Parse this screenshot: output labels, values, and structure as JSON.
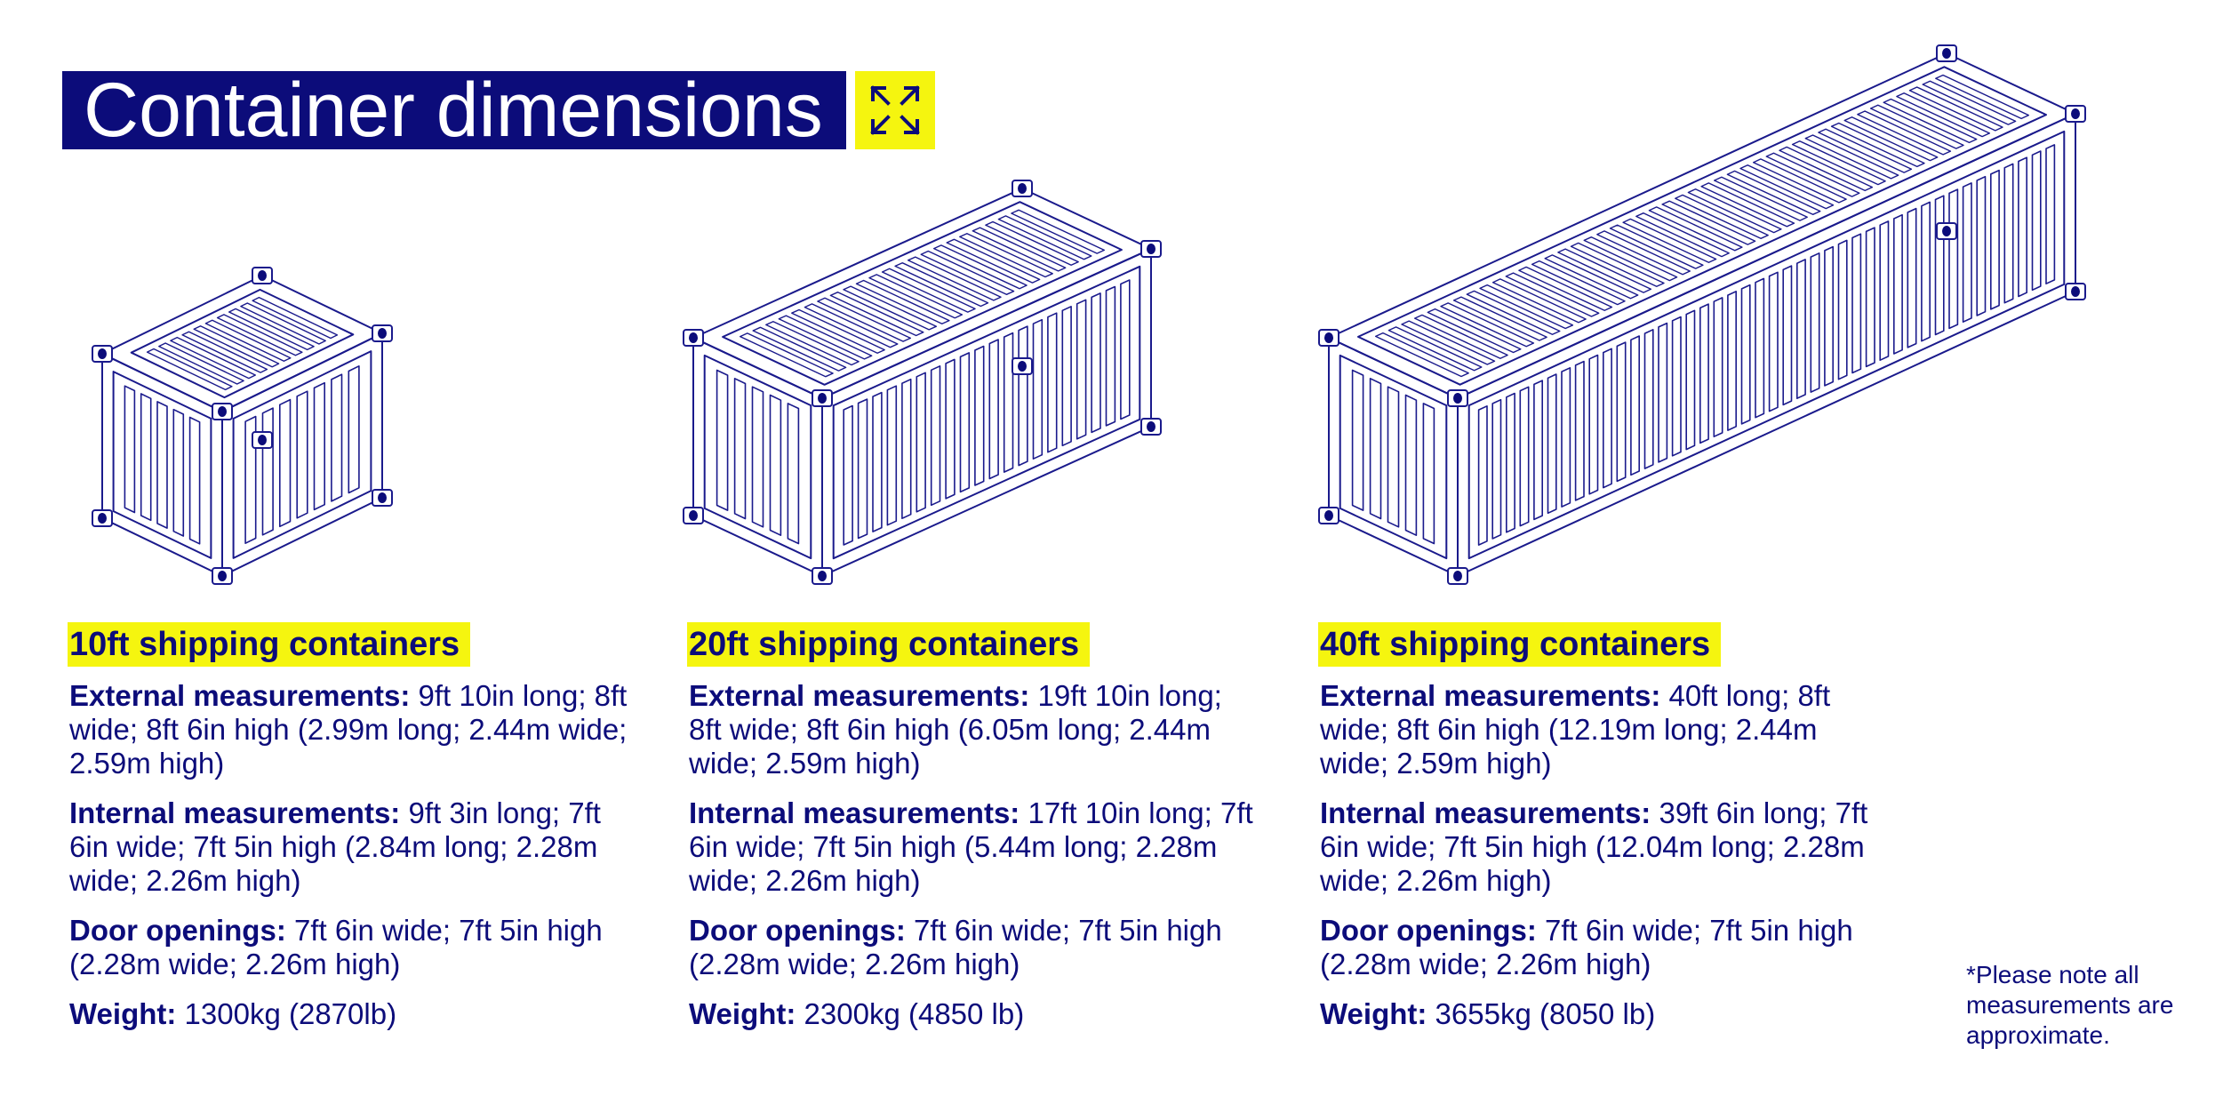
{
  "header": {
    "title": "Container dimensions",
    "expand_icon": "expand-arrows-icon"
  },
  "colors": {
    "navy": "#0c0c7a",
    "highlight": "#f5f50f",
    "line": "#1a1a8c"
  },
  "containers": [
    {
      "heading": "10ft shipping containers",
      "external_label": "External measurements:",
      "external_value": " 9ft 10in long; 8ft wide; 8ft 6in high (2.99m long; 2.44m wide; 2.59m high)",
      "internal_label": "Internal measurements:",
      "internal_value": " 9ft 3in long; 7ft 6in wide; 7ft 5in high (2.84m long; 2.28m wide; 2.26m high)",
      "door_label": "Door openings:",
      "door_value": " 7ft 6in wide; 7ft 5in high (2.28m wide; 2.26m high)",
      "weight_label": "Weight:",
      "weight_value": " 1300kg (2870lb)"
    },
    {
      "heading": "20ft shipping containers",
      "external_label": "External measurements:",
      "external_value": " 19ft 10in long; 8ft wide; 8ft 6in high (6.05m long; 2.44m wide; 2.59m high)",
      "internal_label": "Internal measurements:",
      "internal_value": " 17ft 10in long; 7ft 6in wide; 7ft 5in high (5.44m long; 2.28m wide; 2.26m high)",
      "door_label": "Door openings:",
      "door_value": " 7ft 6in wide; 7ft 5in high (2.28m wide; 2.26m high)",
      "weight_label": "Weight:",
      "weight_value": " 2300kg (4850 lb)"
    },
    {
      "heading": "40ft shipping containers",
      "external_label": "External measurements:",
      "external_value": " 40ft long; 8ft wide; 8ft 6in high (12.19m long; 2.44m wide; 2.59m high)",
      "internal_label": "Internal measurements:",
      "internal_value": " 39ft 6in long; 7ft 6in wide; 7ft 5in high (12.04m long; 2.28m wide; 2.26m high)",
      "door_label": "Door openings:",
      "door_value": " 7ft 6in wide; 7ft 5in high (2.28m wide; 2.26m high)",
      "weight_label": "Weight:",
      "weight_value": " 3655kg (8050 lb)"
    }
  ],
  "note": "*Please note all measurements are approximate."
}
